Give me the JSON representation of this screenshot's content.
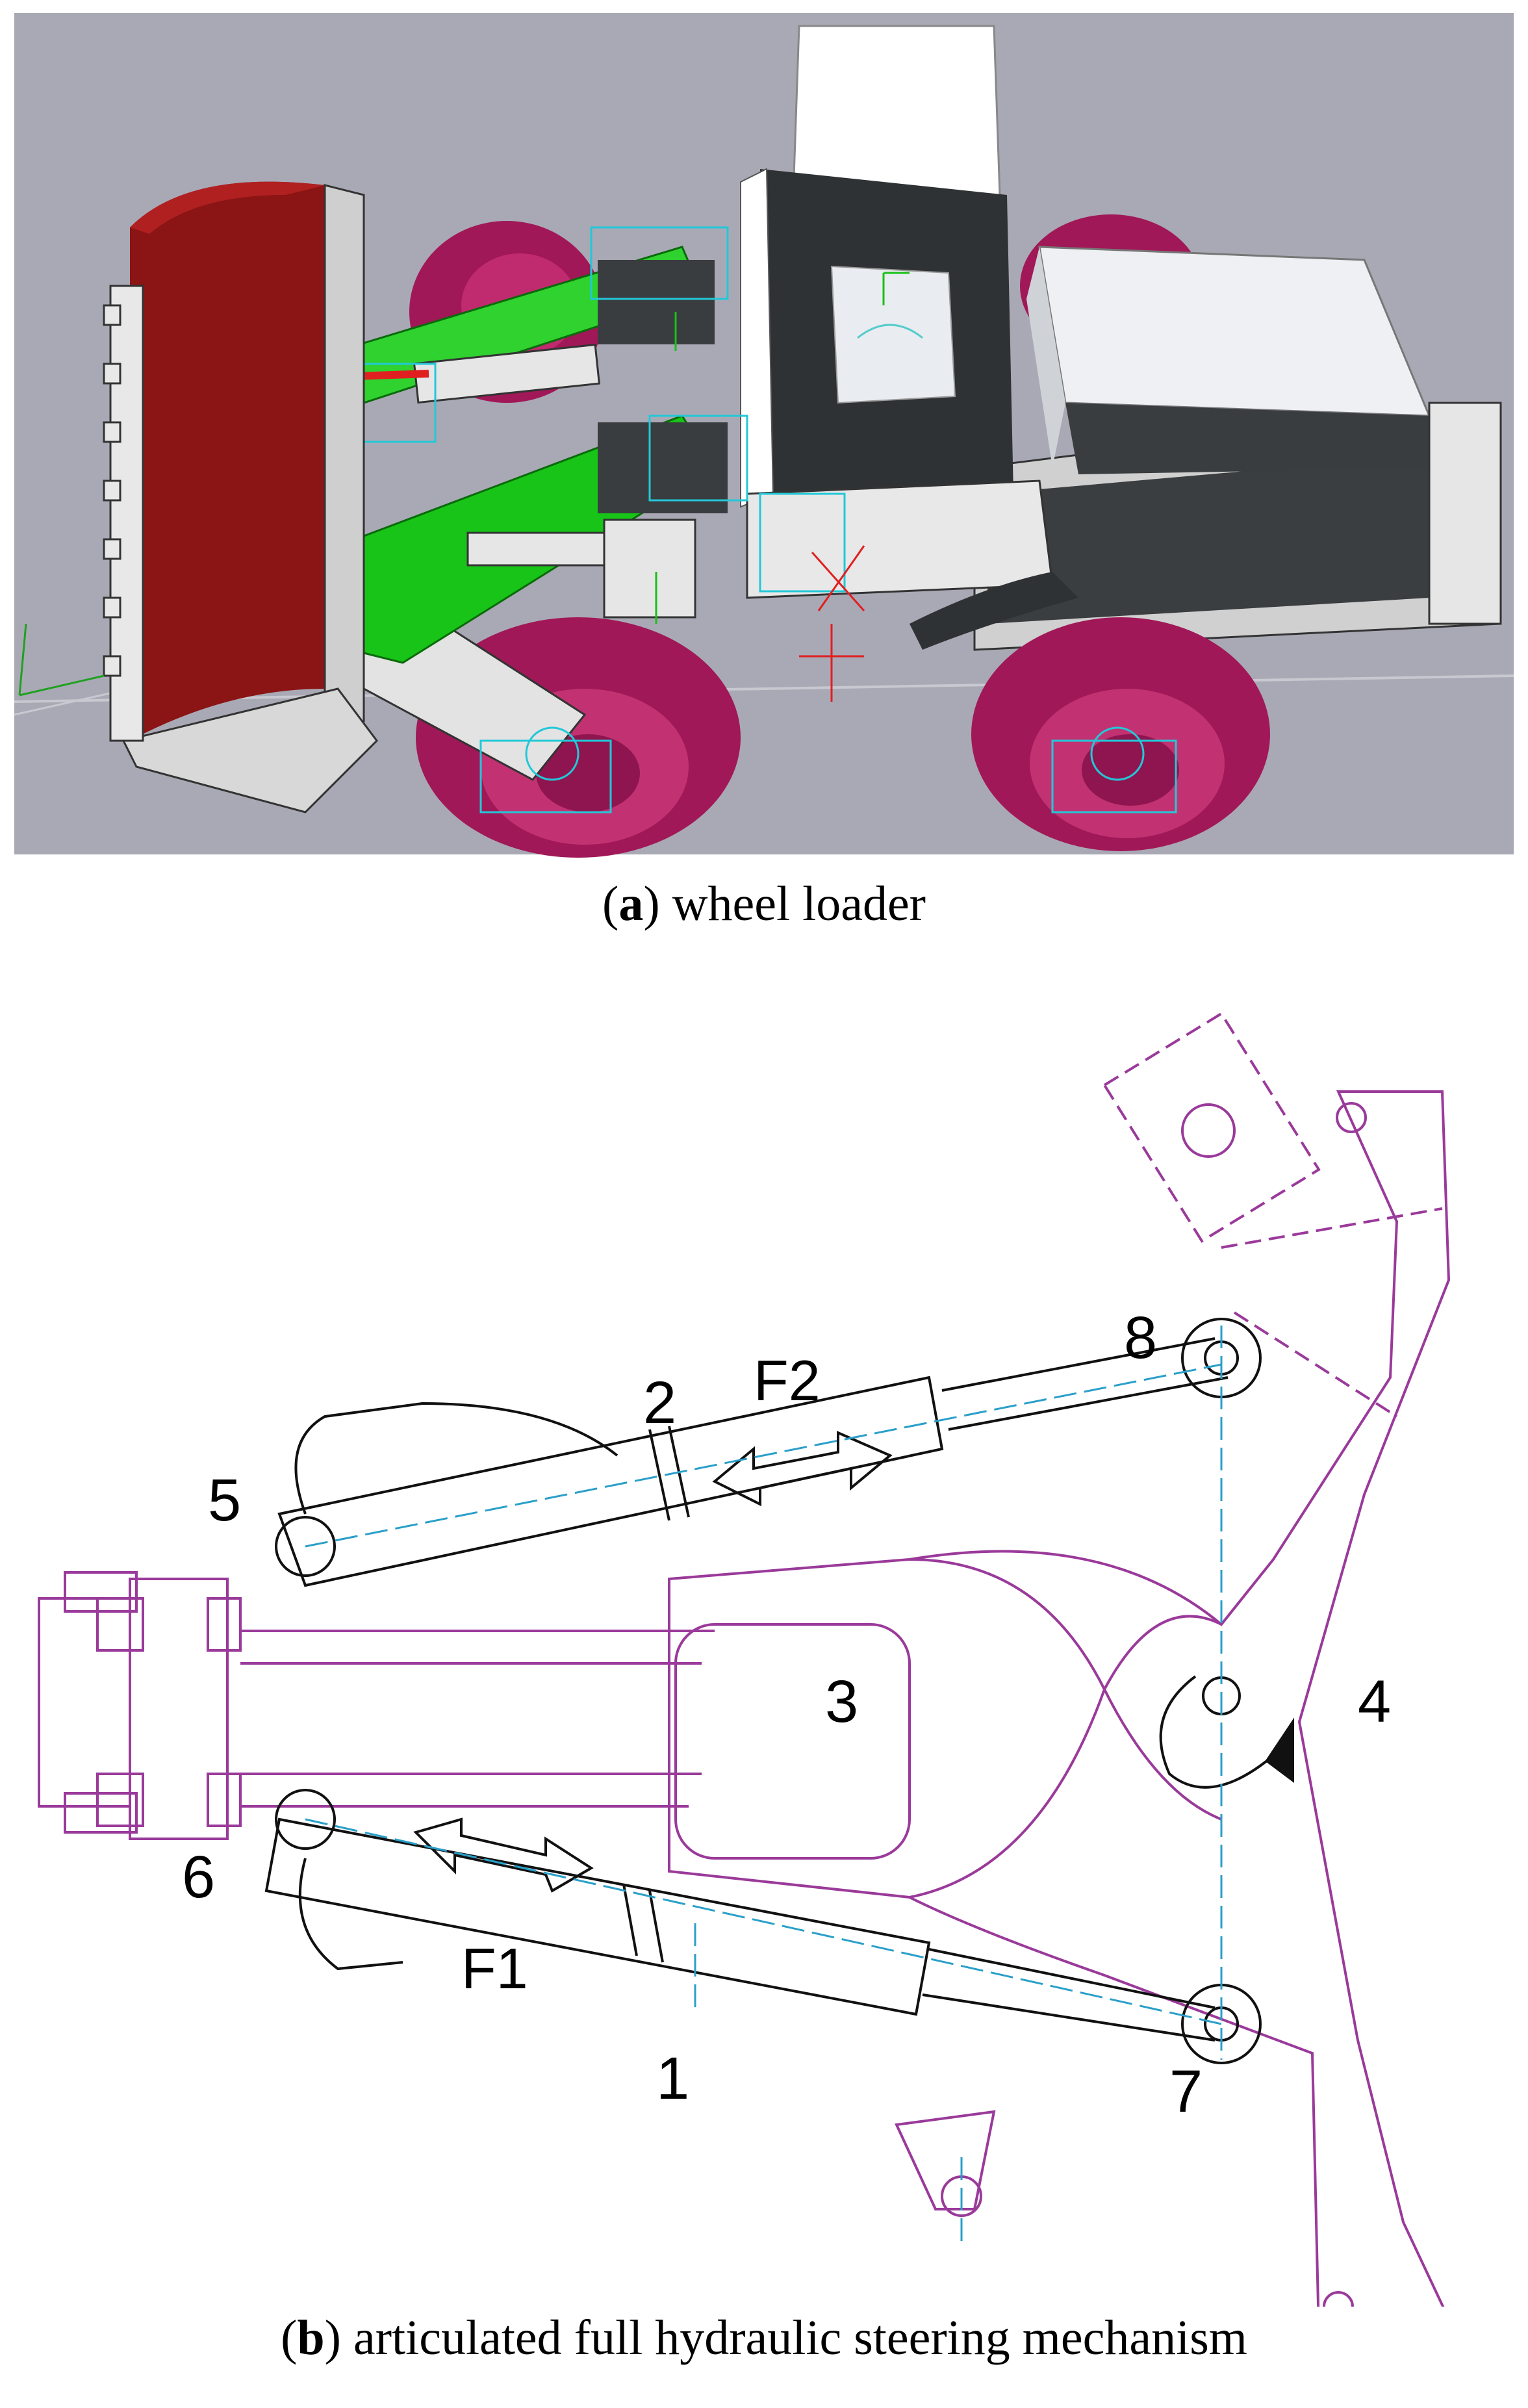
{
  "panel_a": {
    "caption_letter": "a",
    "caption_text": " wheel loader"
  },
  "panel_b": {
    "caption_letter": "b",
    "caption_text": " articulated full hydraulic steering mechanism",
    "labels": {
      "l1": "1",
      "l2": "2",
      "l3": "3",
      "l4": "4",
      "l5": "5",
      "l6": "6",
      "l7": "7",
      "l8": "8",
      "f1": "F1",
      "f2": "F2"
    }
  },
  "colors": {
    "background_3d": "#a9a9b6",
    "bucket": "#8b1414",
    "tire": "#a01857",
    "body_dark": "#2f3234",
    "boom_green": "#17c417",
    "mechanism_purple": "#9a3a9a",
    "centerline_cyan": "#2a9fc9"
  }
}
